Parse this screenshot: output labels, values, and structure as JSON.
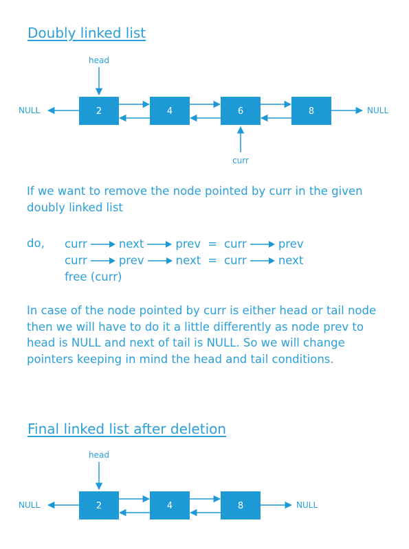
{
  "title": "Doubly linked list",
  "diagram1": {
    "head_label": "head",
    "curr_label": "curr",
    "left_null": "NULL",
    "right_null": "NULL",
    "nodes": [
      "2",
      "4",
      "6",
      "8"
    ]
  },
  "intro": "If we want to remove  the node pointed by curr in the given doubly linked list",
  "code": {
    "do_label": "do,",
    "line1": {
      "a": "curr",
      "b": "next",
      "c": "prev",
      "eq": "=",
      "d": "curr",
      "e": "prev"
    },
    "line2": {
      "a": "curr",
      "b": "prev",
      "c": "next",
      "eq": "=",
      "d": "curr",
      "e": "next"
    },
    "line3": "free (curr)"
  },
  "note": "In case of the node pointed by curr is either head or tail node then we will have to do it a little differently as node prev to head is NULL and next of tail is NULL. So we will change pointers keeping in mind the head and tail conditions.",
  "final_title": "Final linked list after deletion",
  "diagram2": {
    "head_label": "head",
    "left_null": "NULL",
    "right_null": "NULL",
    "nodes": [
      "2",
      "4",
      "8"
    ]
  },
  "colors": {
    "node_fill": "#1d9ad6",
    "text": "#2a9fd8",
    "arrow": "#1d9ad6"
  }
}
